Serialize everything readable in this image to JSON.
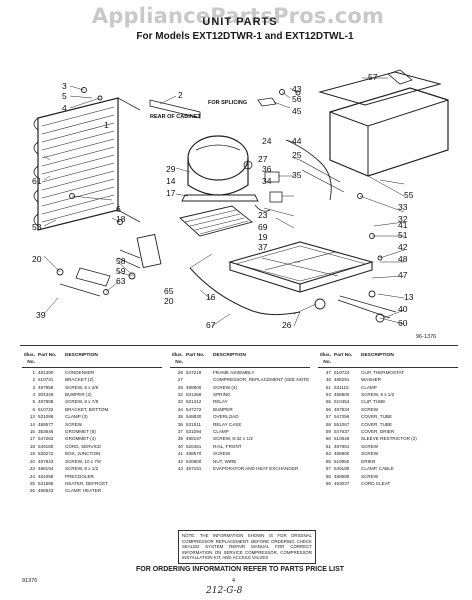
{
  "watermark": "AppliancePartsPros.com",
  "title": "UNIT PARTS",
  "subtitle": "For Models EXT12DTWR-1 and EXT12DTWL-1",
  "diagram_labels": {
    "for_splicing": "FOR SPLICING",
    "rear_of_cabinet": "REAR OF CABINET",
    "ref_code": "96-1376"
  },
  "callouts": [
    "3",
    "5",
    "4",
    "2",
    "1",
    "61",
    "53",
    "6",
    "18",
    "20",
    "58",
    "59",
    "63",
    "39",
    "29",
    "14",
    "17",
    "24",
    "36",
    "34",
    "27",
    "23",
    "37",
    "69",
    "19",
    "65",
    "20",
    "16",
    "67",
    "43",
    "56",
    "45",
    "44",
    "25",
    "35",
    "48",
    "47",
    "33",
    "32",
    "55",
    "40",
    "51",
    "42",
    "41",
    "26",
    "60",
    "13",
    "57"
  ],
  "columns": {
    "no": "Illus. No.",
    "part": "Part No.",
    "desc": "DESCRIPTION"
  },
  "parts_col1": [
    {
      "no": "1",
      "part": "481390",
      "desc": "CONDENSER"
    },
    {
      "no": "2",
      "part": "510731",
      "desc": "BRACKET (2)"
    },
    {
      "no": "3",
      "part": "487958",
      "desc": "SCREW, 8 x 3/8"
    },
    {
      "no": "4",
      "part": "304349",
      "desc": "BUMPER (2)"
    },
    {
      "no": "5",
      "part": "487808",
      "desc": "SCREW, 8 x 7/8"
    },
    {
      "no": "6",
      "part": "510732",
      "desc": "BRACKET, BOTTOM"
    },
    {
      "no": "13",
      "part": "531086",
      "desc": "CLAMP (3)"
    },
    {
      "no": "14",
      "part": "488577",
      "desc": "SCREW"
    },
    {
      "no": "16",
      "part": "353646",
      "desc": "GROMMET (8)"
    },
    {
      "no": "17",
      "part": "547263",
      "desc": "GROMMET (4)"
    },
    {
      "no": "18",
      "part": "549180",
      "desc": "CORD, SERVICE"
    },
    {
      "no": "19",
      "part": "530272",
      "desc": "BOX, JUNCTION"
    },
    {
      "no": "20",
      "part": "487843",
      "desc": "SCREW, 10 x 7/8"
    },
    {
      "no": "23",
      "part": "488194",
      "desc": "SCREW, 8 x 1/2"
    },
    {
      "no": "24",
      "part": "481058",
      "desc": "PRECOOLER"
    },
    {
      "no": "25",
      "part": "531685",
      "desc": "HEATER, DEFROST"
    },
    {
      "no": "26",
      "part": "488643",
      "desc": "CLAMP, HEATER"
    }
  ],
  "parts_col2": [
    {
      "no": "26",
      "part": "547219",
      "desc": "FRAME ASSEMBLY"
    },
    {
      "no": "27",
      "part": "",
      "desc": "COMPRESSOR, REPLACEMENT (SEE NOTE BELOW)"
    },
    {
      "no": "29",
      "part": "488800",
      "desc": "SCREW (4)"
    },
    {
      "no": "32",
      "part": "531358",
      "desc": "SPRING"
    },
    {
      "no": "33",
      "part": "531312",
      "desc": "RELAY"
    },
    {
      "no": "34",
      "part": "547272",
      "desc": "BUMPER"
    },
    {
      "no": "35",
      "part": "548830",
      "desc": "OVERLOAD"
    },
    {
      "no": "36",
      "part": "531511",
      "desc": "RELAY CASE"
    },
    {
      "no": "37",
      "part": "531094",
      "desc": "CLAMP"
    },
    {
      "no": "39",
      "part": "488197",
      "desc": "SCREW, 8-32 x 1/2"
    },
    {
      "no": "40",
      "part": "520461",
      "desc": "RAIL, FRONT"
    },
    {
      "no": "41",
      "part": "488570",
      "desc": "SCREW"
    },
    {
      "no": "42",
      "part": "530800",
      "desc": "NUT, WIRE"
    },
    {
      "no": "43",
      "part": "487161",
      "desc": "EVAPORATOR AND HEAT EXCHANGER"
    }
  ],
  "parts_col3": [
    {
      "no": "47",
      "part": "510724",
      "desc": "CLIP, THERMOSTAT"
    },
    {
      "no": "48",
      "part": "488291",
      "desc": "WASHER"
    },
    {
      "no": "51",
      "part": "531115",
      "desc": "CLAMP"
    },
    {
      "no": "53",
      "part": "488800",
      "desc": "SCREW, 8 x 1/2"
    },
    {
      "no": "55",
      "part": "510454",
      "desc": "CLIP, TUBE"
    },
    {
      "no": "56",
      "part": "487834",
      "desc": "SCREW"
    },
    {
      "no": "57",
      "part": "547256",
      "desc": "COVER, TUBE"
    },
    {
      "no": "58",
      "part": "551067",
      "desc": "COVER, TUBE"
    },
    {
      "no": "59",
      "part": "547637",
      "desc": "COVER, DRIER"
    },
    {
      "no": "60",
      "part": "510646",
      "desc": "SLEEVE RESTRICTOR (2)"
    },
    {
      "no": "61",
      "part": "487981",
      "desc": "SCREW"
    },
    {
      "no": "63",
      "part": "488800",
      "desc": "SCREW"
    },
    {
      "no": "65",
      "part": "510950",
      "desc": "DRIER"
    },
    {
      "no": "67",
      "part": "549185",
      "desc": "CLAMP, CABLE"
    },
    {
      "no": "68",
      "part": "488585",
      "desc": "SCREW"
    },
    {
      "no": "69",
      "part": "463037",
      "desc": "CORD CLEAT"
    }
  ],
  "note": "NOTE: THE INFORMATION SHOWN IS FOR ORIGINAL COMPRESSOR REPLACEMENT. BEFORE ORDERING CHECK SEALED SYSTEM REPAIR MANUAL FOR CORRECT INFORMATION ON SERVICE COMPRESSOR, COMPRESSOR INSTALLATION KIT, AND ACCESS VALVES",
  "footer": "FOR ORDERING INFORMATION REFER TO PARTS PRICE LIST",
  "footer_left": "91376",
  "footer_num": "4",
  "footer_page": "212-G-8"
}
